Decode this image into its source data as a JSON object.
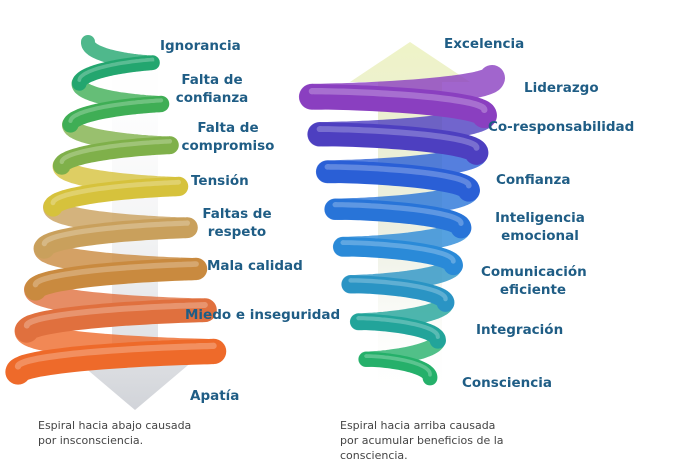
{
  "left_spiral": {
    "labels": [
      "Ignorancia",
      "Falta de confianza",
      "Falta de compromiso",
      "Tensión",
      "Faltas de respeto",
      "Mala calidad",
      "Miedo e inseguridad",
      "Apatía"
    ],
    "caption_line1": "Espiral hacia abajo causada",
    "caption_line2": "por insconsciencia.",
    "colors": [
      "#23a66f",
      "#3fae55",
      "#7fb04a",
      "#d6c23c",
      "#c9a05c",
      "#c98a3f",
      "#e0703e",
      "#ee6a2a"
    ]
  },
  "right_spiral": {
    "labels": [
      "Excelencia",
      "Liderazgo",
      "Co-responsabilidad",
      "Confianza",
      "Inteligencia emocional",
      "Comunicación eficiente",
      "Integración",
      "Consciencia"
    ],
    "caption_line1": "Espiral hacia arriba causada",
    "caption_line2": "por acumular beneficios de la",
    "caption_line3": "consciencia.",
    "colors": [
      "#8a3fc0",
      "#4d3fc0",
      "#2a5fd6",
      "#2874d8",
      "#2a8ad8",
      "#2a94c4",
      "#22a49a",
      "#25b06a"
    ]
  },
  "label_color": "#1f5d85"
}
